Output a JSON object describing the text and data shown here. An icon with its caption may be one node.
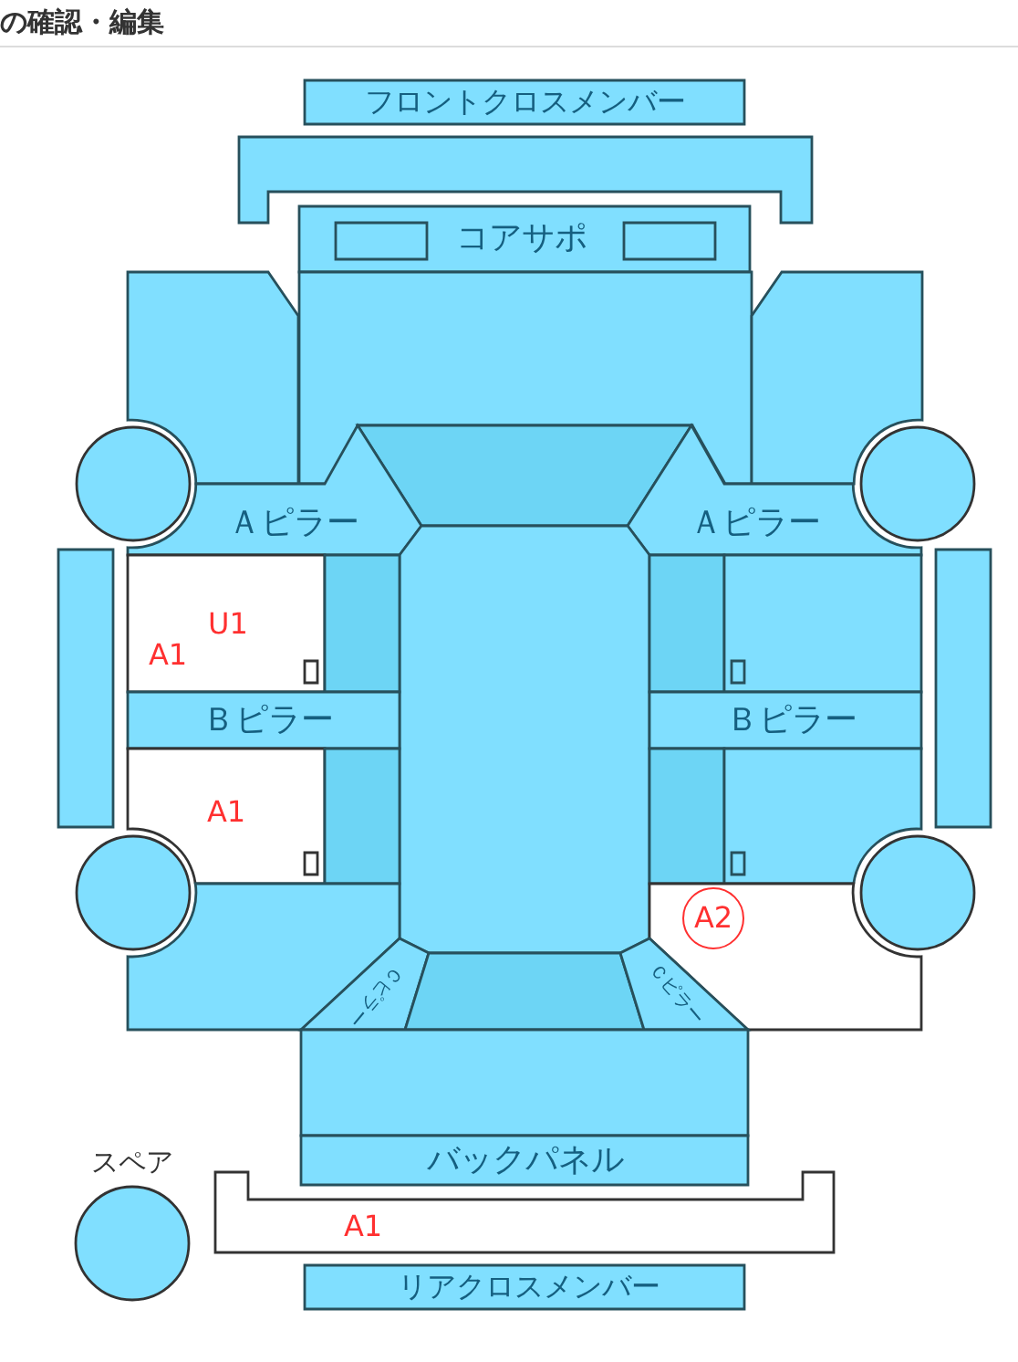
{
  "diagram": {
    "title": "の確認・編集",
    "nodes": [
      {
        "text": [
          "フロントクロスメンバー"
        ]
      },
      {
        "text": [],
        "shape": "box"
      },
      {
        "text": [
          "コアサポ"
        ]
      },
      {
        "text": [],
        "shape": "box",
        "in": 2
      },
      {
        "text": [],
        "shape": "box",
        "in": 2
      },
      {
        "text": [],
        "shape": "box"
      },
      {
        "text": [],
        "shape": "box"
      },
      {
        "text": [],
        "shape": "box"
      },
      {
        "text": [],
        "shape": "circle"
      },
      {
        "text": [],
        "shape": "circle"
      },
      {
        "text": [],
        "shape": "box"
      },
      {
        "text": [
          "Ａピラー"
        ]
      },
      {
        "text": [
          "Ａピラー"
        ]
      },
      {
        "text": [],
        "shape": "box"
      },
      {
        "text": [],
        "shape": "box"
      },
      {
        "text": [],
        "shape": "box"
      },
      {
        "text": [
          "U1",
          "A1"
        ]
      },
      {
        "text": [],
        "shape": "box",
        "in": 16
      },
      {
        "text": [],
        "shape": "box"
      },
      {
        "text": [],
        "shape": "box"
      },
      {
        "text": [],
        "shape": "box"
      },
      {
        "text": [],
        "shape": "box",
        "in": 20
      },
      {
        "text": [
          "Ｂピラー"
        ]
      },
      {
        "text": [
          "Ｂピラー"
        ]
      },
      {
        "text": [
          "A1"
        ]
      },
      {
        "text": [],
        "shape": "box",
        "in": 24
      },
      {
        "text": [],
        "shape": "box"
      },
      {
        "text": [],
        "shape": "box"
      },
      {
        "text": [],
        "shape": "box"
      },
      {
        "text": [],
        "shape": "box",
        "in": 28
      },
      {
        "text": [],
        "shape": "circle"
      },
      {
        "text": [],
        "shape": "circle"
      },
      {
        "text": [],
        "shape": "box"
      },
      {
        "text": [],
        "shape": "box"
      },
      {
        "text": [
          "A2"
        ],
        "in": 33
      },
      {
        "text": [
          "Ｃピラー"
        ]
      },
      {
        "text": [],
        "shape": "box"
      },
      {
        "text": [
          "Ｃピラー"
        ]
      },
      {
        "text": [],
        "shape": "box"
      },
      {
        "text": [
          "バックパネル"
        ]
      },
      {
        "text": [
          "スペア"
        ]
      },
      {
        "text": [
          "A1"
        ]
      },
      {
        "text": [
          "リアクロスメンバー"
        ]
      }
    ]
  }
}
